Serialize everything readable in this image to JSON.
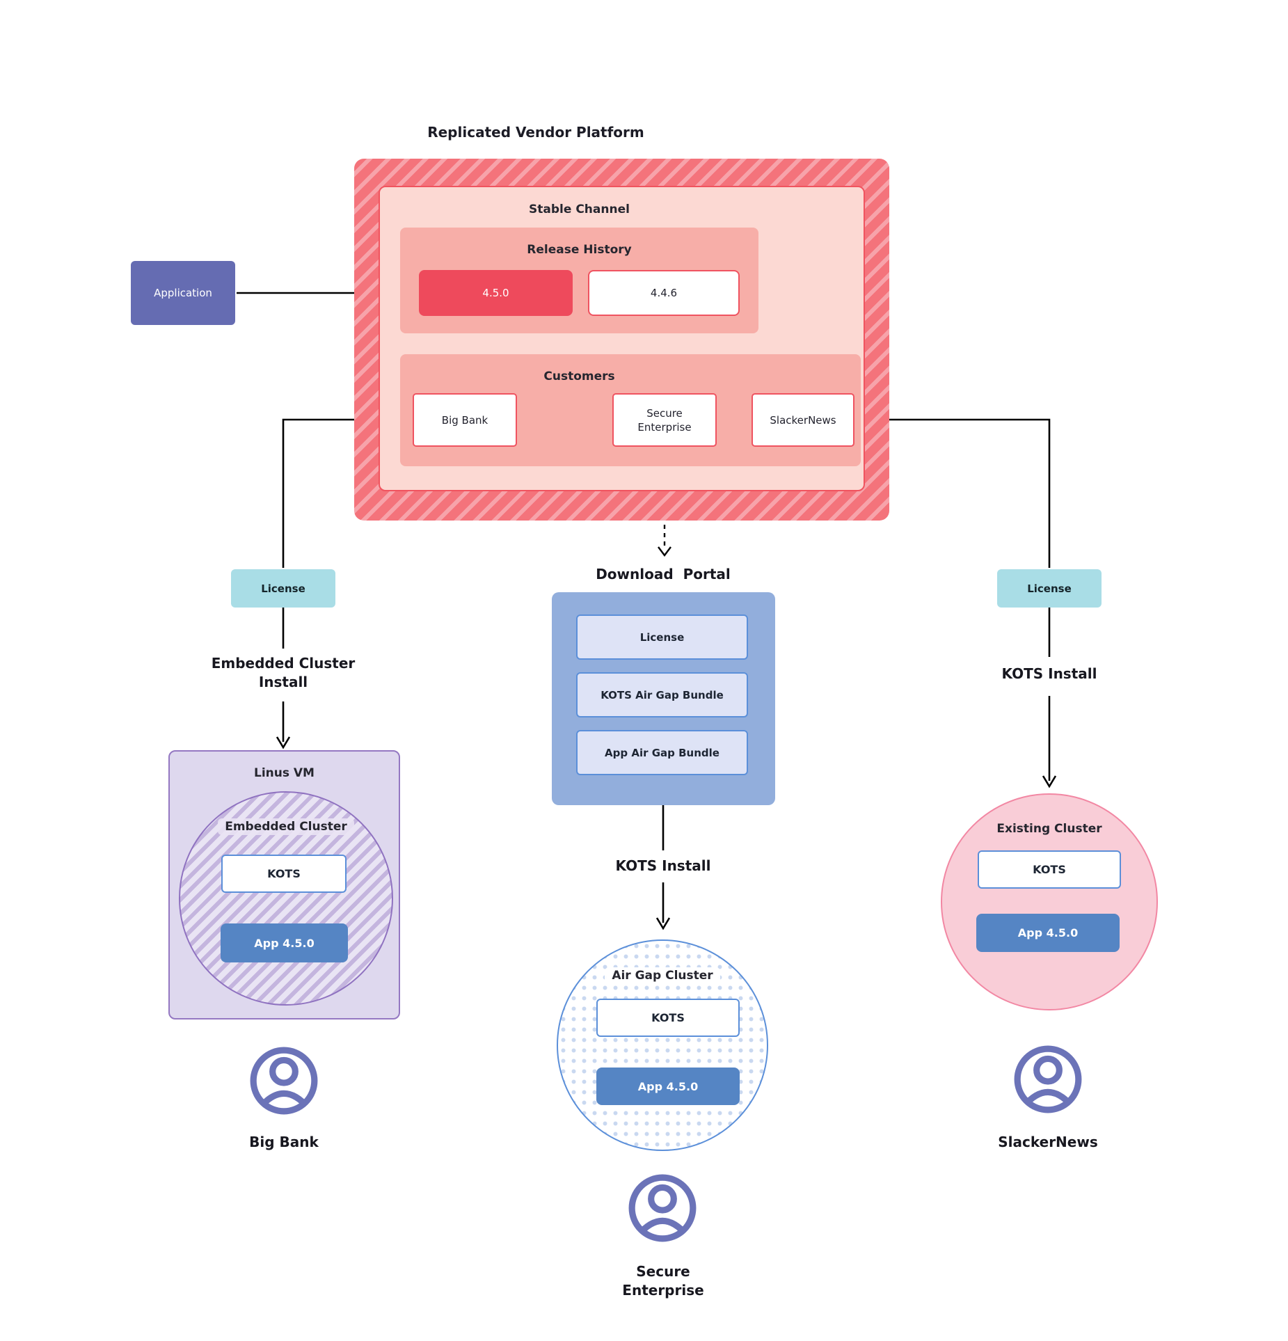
{
  "title": "Replicated Vendor Platform",
  "platform": {
    "channel": "Stable Channel",
    "release_history": {
      "label": "Release History",
      "releases": [
        {
          "version": "4.5.0",
          "highlight": true
        },
        {
          "version": "4.4.6",
          "highlight": false
        }
      ]
    },
    "customers": {
      "label": "Customers",
      "items": [
        {
          "name": "Big Bank"
        },
        {
          "name": "Secure\nEnterprise"
        },
        {
          "name": "SlackerNews"
        }
      ]
    }
  },
  "application": {
    "label": "Application"
  },
  "left_flow": {
    "license": "License",
    "install_label": "Embedded Cluster\nInstall",
    "vm_label": "Linus VM",
    "cluster_label": "Embedded Cluster",
    "kots": "KOTS",
    "app": "App 4.5.0",
    "customer": "Big Bank"
  },
  "middle_flow": {
    "portal_label": "Download  Portal",
    "portal_items": [
      {
        "label": "License"
      },
      {
        "label": "KOTS Air Gap Bundle"
      },
      {
        "label": "App Air Gap Bundle"
      }
    ],
    "install_label": "KOTS Install",
    "cluster_label": "Air Gap Cluster",
    "kots": "KOTS",
    "app": "App 4.5.0",
    "customer": "Secure\nEnterprise"
  },
  "right_flow": {
    "license": "License",
    "install_label": "KOTS Install",
    "cluster_label": "Existing Cluster",
    "kots": "KOTS",
    "app": "App 4.5.0",
    "customer": "SlackerNews"
  },
  "colors": {
    "platform_hatch_base": "#f4737b",
    "platform_hatch_stripe": "#f7a3aa",
    "channel_fill": "#fcd9d3",
    "channel_border": "#f0545f",
    "section_fill": "#f7aea8",
    "release_highlight": "#ee4a5c",
    "white_box_border": "#ef5360",
    "application_fill": "#656cb2",
    "license_fill": "#a9dde6",
    "portal_fill": "#92aedc",
    "portal_item_fill": "#dee3f6",
    "blue_border": "#5b8fd9",
    "app_box_fill": "#5585c4",
    "vm_fill": "#ded8ee",
    "vm_border": "#9478c2",
    "cluster_hatch_stripe": "#c4b5de",
    "pink_circle_fill": "#f9cdd7",
    "pink_circle_border": "#f287a3",
    "dot_color": "#c9d8f0",
    "person_icon_color": "#6b73b8"
  }
}
